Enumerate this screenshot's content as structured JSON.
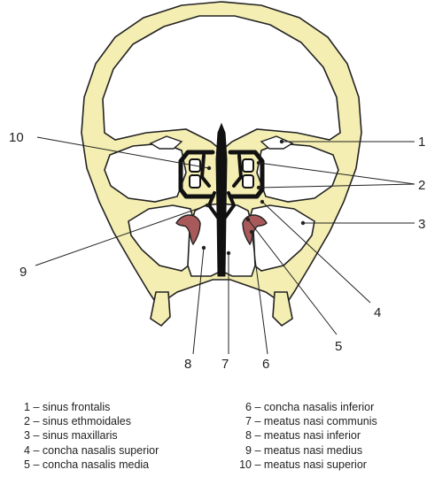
{
  "diagram": {
    "callouts": [
      "1",
      "2",
      "3",
      "4",
      "5",
      "6",
      "7",
      "8",
      "9",
      "10"
    ],
    "colors": {
      "bone": "#f4eeb2",
      "outline": "#222222",
      "ethmoid": "#111111",
      "concha_inferior": "#a85a5a",
      "concha_inferior_inner": "#c98585"
    }
  },
  "legend": {
    "left": [
      {
        "num": "1",
        "dash": "–",
        "text": "sinus frontalis"
      },
      {
        "num": "2",
        "dash": "–",
        "text": "sinus ethmoidales"
      },
      {
        "num": "3",
        "dash": "–",
        "text": "sinus maxillaris"
      },
      {
        "num": "4",
        "dash": "–",
        "text": "concha nasalis superior"
      },
      {
        "num": "5",
        "dash": "–",
        "text": "concha nasalis media"
      }
    ],
    "right": [
      {
        "num": "6",
        "dash": "–",
        "text": "concha nasalis inferior"
      },
      {
        "num": "7",
        "dash": "–",
        "text": "meatus nasi communis"
      },
      {
        "num": "8",
        "dash": "–",
        "text": "meatus nasi inferior"
      },
      {
        "num": "9",
        "dash": "–",
        "text": "meatus nasi medius"
      },
      {
        "num": "10",
        "dash": "–",
        "text": "meatus nasi superior"
      }
    ]
  }
}
